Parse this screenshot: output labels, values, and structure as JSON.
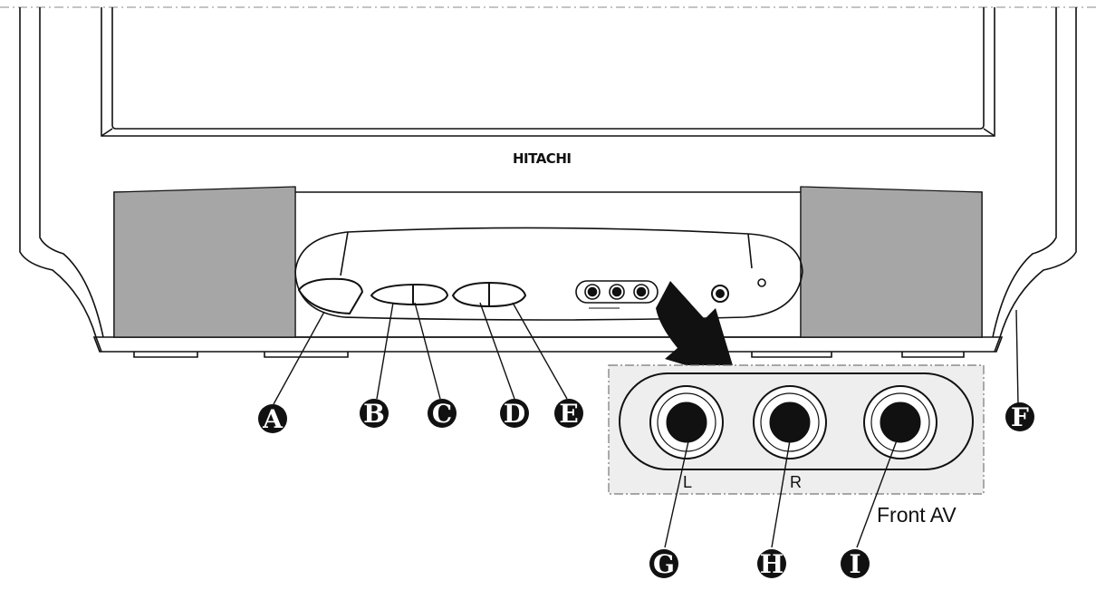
{
  "brand": "HITACHI",
  "panel": {
    "title": "Front AV",
    "jack_left": "L",
    "jack_right": "R"
  },
  "callouts": [
    "A",
    "B",
    "C",
    "D",
    "E",
    "F",
    "G",
    "H",
    "I"
  ],
  "colors": {
    "line": "#111111",
    "speaker_grille": "#a6a6a6",
    "panel_fill": "#eeeeee",
    "badge": "#111111"
  }
}
